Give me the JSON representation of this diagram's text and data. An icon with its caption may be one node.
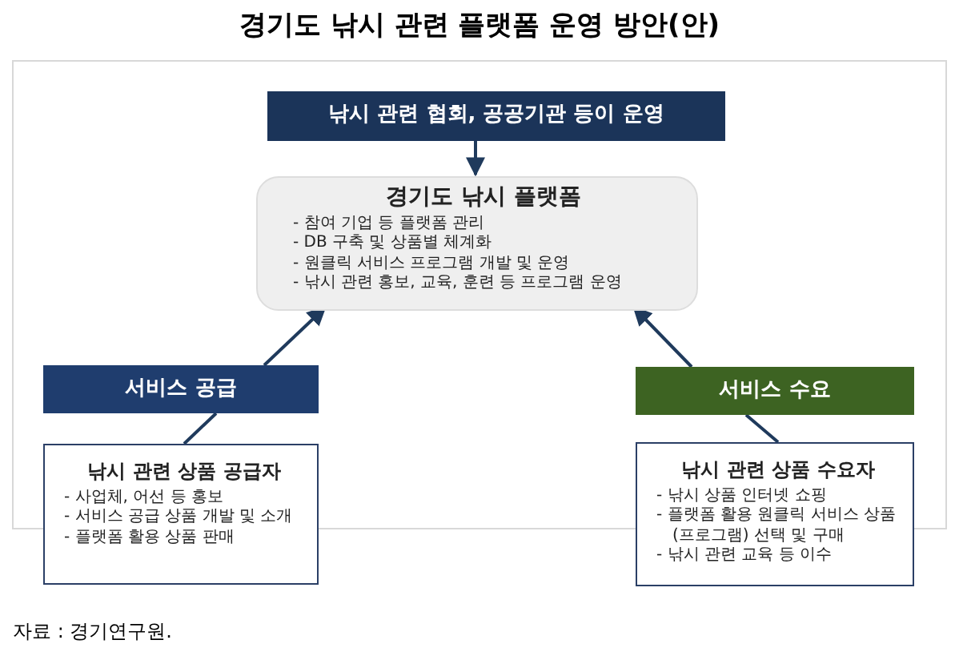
{
  "diagram": {
    "title": "경기도 낚시 관련 플랫폼 운영 방안(안)",
    "caption": "자료 : 경기연구원.",
    "nodes": [
      {
        "text": [
          "낚시 관련 협회, 공공기관 등이 운영"
        ]
      },
      {
        "text": [
          "경기도 낚시 플랫폼",
          "- 참여 기업 등 플랫폼 관리",
          "- DB 구축 및 상품별 체계화",
          "- 원클릭 서비스 프로그램 개발 및 운영",
          "- 낚시 관련 홍보, 교육, 훈련 등 프로그램 운영"
        ]
      },
      {
        "text": [
          "서비스 공급"
        ]
      },
      {
        "text": [
          "낚시 관련 상품 공급자",
          "- 사업체, 어선 등 홍보",
          "- 서비스 공급 상품 개발 및 소개",
          "- 플랫폼 활용 상품 판매"
        ]
      },
      {
        "text": [
          "서비스 수요"
        ]
      },
      {
        "text": [
          "낚시 관련 상품 수요자",
          "- 낚시 상품 인터넷 쇼핑",
          "- 플랫폼 활용 원클릭 서비스 상품 (프로그램) 선택 및 구매",
          "- 낚시 관련 교육 등 이수"
        ]
      }
    ],
    "edges": [
      {
        "from": 0,
        "to": 1,
        "arrow": "to"
      },
      {
        "from": 2,
        "to": 1,
        "arrow": "to"
      },
      {
        "from": 3,
        "to": 2,
        "arrow": "none"
      },
      {
        "from": 4,
        "to": 1,
        "arrow": "to"
      },
      {
        "from": 5,
        "to": 4,
        "arrow": "none"
      }
    ]
  }
}
